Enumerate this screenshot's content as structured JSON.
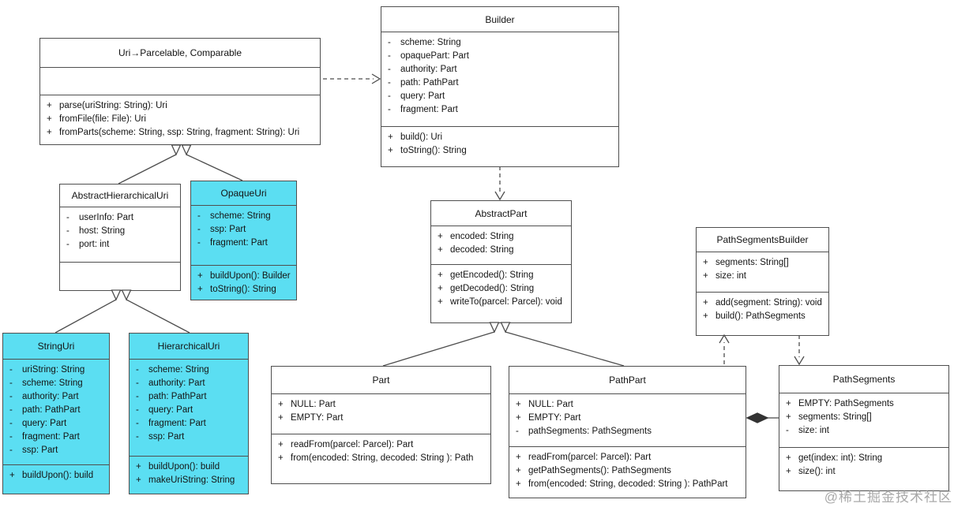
{
  "diagram": {
    "watermark": "@稀土掘金技术社区",
    "colors": {
      "highlight_fill": "#5bdef2",
      "plain_fill": "#ffffff",
      "border": "#4f4f4f",
      "text": "#141414",
      "watermark_gray": "#9a9a9a"
    },
    "classes": [
      {
        "id": "uri",
        "name": "Uri→Parcelable, Comparable",
        "highlighted": false,
        "attributes": [],
        "methods": [
          {
            "v": "+",
            "t": "parse(uriString: String): Uri"
          },
          {
            "v": "+",
            "t": "fromFile(file: File): Uri"
          },
          {
            "v": "+",
            "t": "fromParts(scheme: String, ssp: String, fragment: String): Uri"
          }
        ]
      },
      {
        "id": "builder",
        "name": "Builder",
        "highlighted": false,
        "attributes": [
          {
            "v": "-",
            "t": "scheme: String"
          },
          {
            "v": "-",
            "t": "opaquePart: Part"
          },
          {
            "v": "-",
            "t": "authority: Part"
          },
          {
            "v": "-",
            "t": "path: PathPart"
          },
          {
            "v": "-",
            "t": "query: Part"
          },
          {
            "v": "-",
            "t": "fragment: Part"
          }
        ],
        "methods": [
          {
            "v": "+",
            "t": "build(): Uri"
          },
          {
            "v": "+",
            "t": "toString(): String"
          }
        ]
      },
      {
        "id": "abstractHierarchicalUri",
        "name": "AbstractHierarchicalUri",
        "highlighted": false,
        "attributes": [
          {
            "v": "-",
            "t": "userInfo: Part"
          },
          {
            "v": "-",
            "t": "host: String"
          },
          {
            "v": "-",
            "t": "port: int"
          }
        ],
        "methods": []
      },
      {
        "id": "opaqueUri",
        "name": "OpaqueUri",
        "highlighted": true,
        "attributes": [
          {
            "v": "-",
            "t": "scheme: String"
          },
          {
            "v": "-",
            "t": "ssp: Part"
          },
          {
            "v": "-",
            "t": "fragment: Part"
          }
        ],
        "methods": [
          {
            "v": "+",
            "t": "buildUpon(): Builder"
          },
          {
            "v": "+",
            "t": "toString(): String"
          }
        ]
      },
      {
        "id": "abstractPart",
        "name": "AbstractPart",
        "highlighted": false,
        "attributes": [
          {
            "v": "+",
            "t": "encoded: String"
          },
          {
            "v": "+",
            "t": "decoded: String"
          }
        ],
        "methods": [
          {
            "v": "+",
            "t": "getEncoded(): String"
          },
          {
            "v": "+",
            "t": "getDecoded(): String"
          },
          {
            "v": "+",
            "t": "writeTo(parcel: Parcel): void"
          }
        ]
      },
      {
        "id": "pathSegmentsBuilder",
        "name": "PathSegmentsBuilder",
        "highlighted": false,
        "attributes": [
          {
            "v": "+",
            "t": "segments: String[]"
          },
          {
            "v": "+",
            "t": "size: int"
          }
        ],
        "methods": [
          {
            "v": "+",
            "t": "add(segment: String): void"
          },
          {
            "v": "+",
            "t": "build(): PathSegments"
          }
        ]
      },
      {
        "id": "stringUri",
        "name": "StringUri",
        "highlighted": true,
        "attributes": [
          {
            "v": "-",
            "t": "uriString: String"
          },
          {
            "v": "-",
            "t": "scheme: String"
          },
          {
            "v": "-",
            "t": "authority: Part"
          },
          {
            "v": "-",
            "t": "path: PathPart"
          },
          {
            "v": "-",
            "t": "query: Part"
          },
          {
            "v": "-",
            "t": "fragment: Part"
          },
          {
            "v": "-",
            "t": "ssp: Part"
          }
        ],
        "methods": [
          {
            "v": "+",
            "t": "buildUpon(): build"
          }
        ]
      },
      {
        "id": "hierarchicalUri",
        "name": "HierarchicalUri",
        "highlighted": true,
        "attributes": [
          {
            "v": "-",
            "t": "scheme: String"
          },
          {
            "v": "-",
            "t": "authority: Part"
          },
          {
            "v": "-",
            "t": "path: PathPart"
          },
          {
            "v": "-",
            "t": "query: Part"
          },
          {
            "v": "-",
            "t": "fragment: Part"
          },
          {
            "v": "-",
            "t": "ssp: Part"
          }
        ],
        "methods": [
          {
            "v": "+",
            "t": "buildUpon(): build"
          },
          {
            "v": "+",
            "t": "makeUriString: String"
          }
        ]
      },
      {
        "id": "part",
        "name": "Part",
        "highlighted": false,
        "attributes": [
          {
            "v": "+",
            "t": "NULL: Part"
          },
          {
            "v": "+",
            "t": "EMPTY: Part"
          }
        ],
        "methods": [
          {
            "v": "+",
            "t": "readFrom(parcel: Parcel): Part"
          },
          {
            "v": "+",
            "t": "from(encoded: String, decoded: String ): Path"
          }
        ]
      },
      {
        "id": "pathPart",
        "name": "PathPart",
        "highlighted": false,
        "attributes": [
          {
            "v": "+",
            "t": "NULL: Part"
          },
          {
            "v": "+",
            "t": "EMPTY: Part"
          },
          {
            "v": "-",
            "t": "pathSegments: PathSegments"
          }
        ],
        "methods": [
          {
            "v": "+",
            "t": "readFrom(parcel: Parcel): Part"
          },
          {
            "v": "+",
            "t": "getPathSegments(): PathSegments"
          },
          {
            "v": "+",
            "t": "from(encoded: String, decoded: String ): PathPart"
          }
        ]
      },
      {
        "id": "pathSegments",
        "name": "PathSegments",
        "highlighted": false,
        "attributes": [
          {
            "v": "+",
            "t": "EMPTY: PathSegments"
          },
          {
            "v": "+",
            "t": "segments: String[]"
          },
          {
            "v": "-",
            "t": "size: int"
          }
        ],
        "methods": [
          {
            "v": "+",
            "t": "get(index: int): String"
          },
          {
            "v": "+",
            "t": "size(): int"
          }
        ]
      }
    ],
    "relationships": [
      {
        "from": "AbstractHierarchicalUri",
        "to": "Uri",
        "type": "generalization"
      },
      {
        "from": "OpaqueUri",
        "to": "Uri",
        "type": "generalization"
      },
      {
        "from": "StringUri",
        "to": "AbstractHierarchicalUri",
        "type": "generalization"
      },
      {
        "from": "HierarchicalUri",
        "to": "AbstractHierarchicalUri",
        "type": "generalization"
      },
      {
        "from": "Uri",
        "to": "Builder",
        "type": "dependency"
      },
      {
        "from": "Builder",
        "to": "AbstractPart",
        "type": "dependency"
      },
      {
        "from": "Part",
        "to": "AbstractPart",
        "type": "generalization"
      },
      {
        "from": "PathPart",
        "to": "AbstractPart",
        "type": "generalization"
      },
      {
        "from": "PathPart",
        "to": "PathSegmentsBuilder",
        "type": "dependency"
      },
      {
        "from": "PathSegmentsBuilder",
        "to": "PathSegments",
        "type": "dependency"
      },
      {
        "from": "PathPart",
        "to": "PathSegments",
        "type": "composition"
      }
    ]
  }
}
